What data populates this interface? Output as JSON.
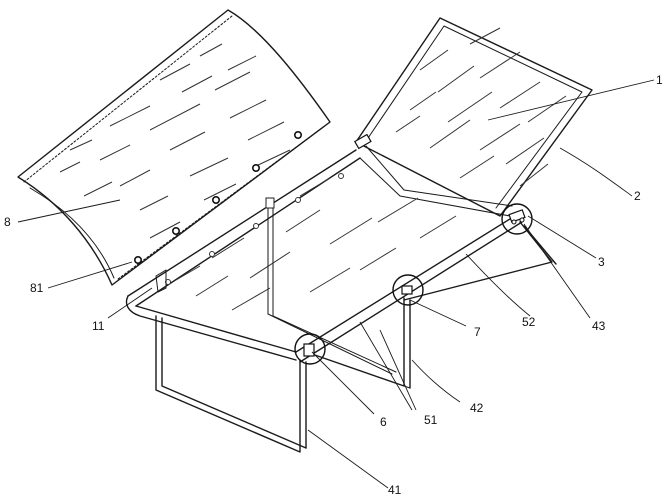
{
  "figure": {
    "labels": {
      "l1": "1",
      "l2": "2",
      "l3": "3",
      "l43": "43",
      "l52": "52",
      "l7": "7",
      "l42": "42",
      "l51": "51",
      "l6": "6",
      "l41": "41",
      "l8": "8",
      "l81": "81",
      "l11": "11"
    }
  }
}
